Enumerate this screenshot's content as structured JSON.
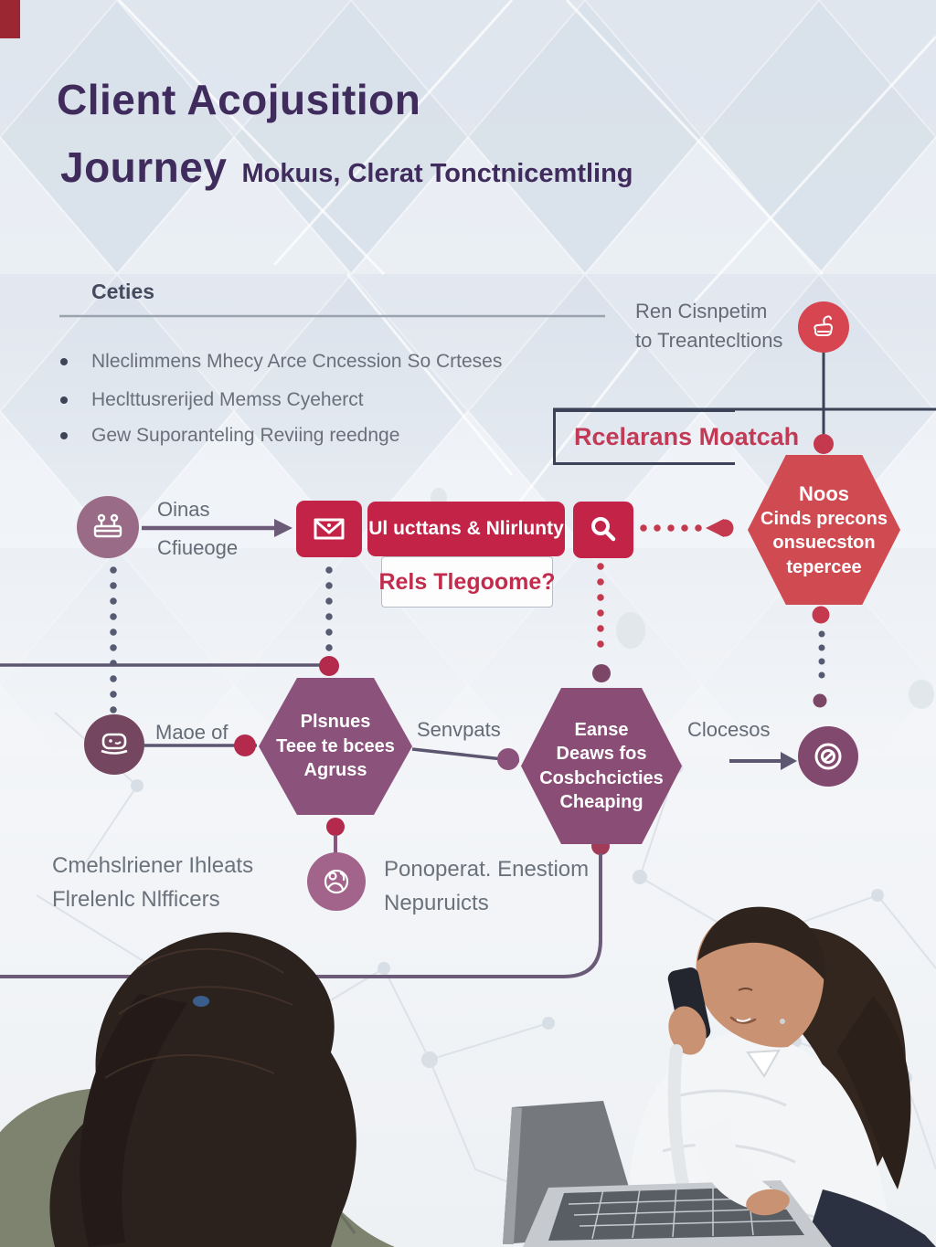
{
  "header": {
    "title_line1": "Client Acojusition",
    "title_line2": "Journey",
    "subtitle": "Mokuıs, Clerat Tonctnicemtling"
  },
  "ceties": {
    "heading": "Ceties",
    "bullets": [
      "Nleclimmens Mhecy Arce Cncession So Crteses",
      "Heclttusrerijed Memss Cyeherct",
      "Gew Suporanteling Reviing reednge"
    ]
  },
  "referral": {
    "label_line1": "Ren Cisnpetim",
    "label_line2": "to Treantecltions",
    "box_label": "Rcelarans Moatcah"
  },
  "row1": {
    "label_top": "Oinas",
    "label_bottom": "Cfiueoge",
    "bar_label": "Ul ucttans & Nlirlunty",
    "note_label": "Rels Tlegoome?"
  },
  "hex_red": {
    "lines": [
      "Noos",
      "Cinds precons",
      "onsuecston",
      "tepercee"
    ]
  },
  "row2": {
    "label_start": "Maoe of",
    "hex1": [
      "Plsnues",
      "Teee te bcees",
      "Agruss"
    ],
    "label_mid": "Senvpats",
    "hex2": [
      "Eanse",
      "Deaws fos",
      "Cosbchcicties",
      "Cheaping"
    ],
    "label_end": "Clocesos"
  },
  "footer": {
    "left_line1": "Cmehslriener Ihleats",
    "left_line2": "Flrelenlc Nlfficers",
    "right_line1": "Ponoperat. Enestiom",
    "right_line2": "Nepuruicts"
  },
  "icons": {
    "referral_circle": "phone-hand-icon",
    "row1_start": "meeting-icon",
    "mail": "mail-icon",
    "search": "search-icon",
    "chat": "chat-icon",
    "headset": "headset-icon",
    "target": "target-icon"
  },
  "colors": {
    "accent_red": "#c32347",
    "hex_red": "#d04a52",
    "plum": "#8b527b",
    "plum_dark": "#75465f",
    "mauve": "#9a6b87",
    "navy_line": "#3b4256",
    "purple_line": "#6b5a78",
    "title_purple": "#402c5c"
  }
}
